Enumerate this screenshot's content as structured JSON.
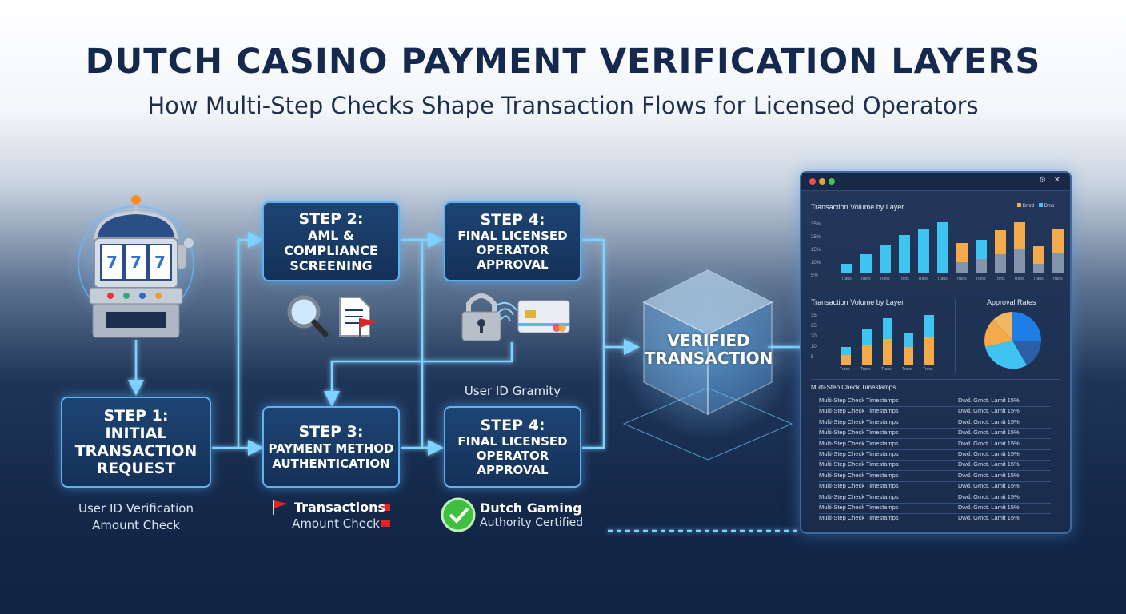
{
  "header": {
    "title": "DUTCH CASINO PAYMENT VERIFICATION LAYERS",
    "subtitle": "How Multi-Step Checks Shape Transaction Flows for Licensed Operators"
  },
  "steps": [
    {
      "id": "step1",
      "heading": "STEP 1:",
      "line1": "INITIAL",
      "line2": "TRANSACTION",
      "line3": "REQUEST"
    },
    {
      "id": "step2",
      "heading": "STEP 2:",
      "line1": "AML &",
      "line2": "COMPLIANCE",
      "line3": "SCREENING"
    },
    {
      "id": "step3",
      "heading": "STEP 3:",
      "line1": "PAYMENT METHOD",
      "line2": "AUTHENTICATION"
    },
    {
      "id": "step4a",
      "heading": "STEP 4:",
      "line1": "FINAL LICENSED",
      "line2": "OPERATOR",
      "line3": "APPROVAL"
    },
    {
      "id": "step4b",
      "heading": "STEP 4:",
      "line1": "FINAL LICENSED",
      "line2": "OPERATOR",
      "line3": "APPROVAL"
    }
  ],
  "captions": {
    "step1_line1": "User ID Verification",
    "step1_line2": "Amount Check",
    "step3_line1": "Transactions",
    "step3_line2": "Amount Check",
    "step4_top": "User ID Gramity",
    "certified_line1": "Dutch Gaming",
    "certified_line2": "Authority Certified"
  },
  "verified": {
    "line1": "VERIFIED",
    "line2": "TRANSACTION"
  },
  "dashboard": {
    "chart1_title": "Transaction Volume by Layer",
    "legend_a": "Dmrd",
    "legend_b": "Dmb",
    "chart1_ticks": [
      "35%",
      "25%",
      "15%",
      "10%",
      "5%"
    ],
    "chart1_xlabels": [
      "Trans",
      "Trans",
      "Trans",
      "Trans",
      "Trans",
      "Trans",
      "Trans",
      "Trans",
      "Trans",
      "Trans",
      "Trans",
      "Trans"
    ],
    "chart2_title": "Transaction Volume by Layer",
    "chart2_ticks": [
      "35",
      "25",
      "20",
      "10",
      "5"
    ],
    "chart2_xlabels": [
      "Trans",
      "Trans",
      "Trans",
      "Trans",
      "Trans"
    ],
    "pie_title": "Approval Rates",
    "table_title": "Multi-Step Check Timestamps",
    "table_rows": [
      {
        "label": "Multi-Step Check Timestamps",
        "value": "Dwd. Gmct. Lamit 15%"
      },
      {
        "label": "Multi-Step Check Timestamps",
        "value": "Dwd. Gmct. Lamit 15%"
      },
      {
        "label": "Multi-Step Check Timestamps",
        "value": "Dwd. Gmct. Lamit 15%"
      },
      {
        "label": "Multi-Step Check Timestamps",
        "value": "Dwd. Gmct. Lamit 15%"
      },
      {
        "label": "Multi-Step Check Timestamps",
        "value": "Dwd. Gmct. Lamit 15%"
      },
      {
        "label": "Multi-Step Check Timestamps",
        "value": "Dwd. Gmct. Lamit 15%"
      },
      {
        "label": "Multi-Step Check Timestamps",
        "value": "Dwd. Gmct. Lamit 15%"
      },
      {
        "label": "Multi-Step Check Timestamps",
        "value": "Dwd. Gmct. Lamit 15%"
      },
      {
        "label": "Multi-Step Check Timestamps",
        "value": "Dwd. Gmct. Lamit 15%"
      },
      {
        "label": "Multi-Step Check Timestamps",
        "value": "Dwd. Gmct. Lamit 15%"
      },
      {
        "label": "Multi-Step Check Timestamps",
        "value": "Dwd. Gmct. Lamit 15%"
      },
      {
        "label": "Multi-Step Check Timestamps",
        "value": "Dwd. Gmct. Lamit 15%"
      }
    ]
  },
  "colors": {
    "accent_cyan": "#3fc3f0",
    "accent_orange": "#f4a94a",
    "accent_gray": "#8494ab",
    "green_badge": "#3fbf3f",
    "panel_border": "#5fb2f0"
  },
  "icons": [
    "slot-machine-icon",
    "magnifier-icon",
    "document-flag-icon",
    "padlock-icon",
    "fingerprint-icon",
    "credit-card-icon",
    "flag-icon",
    "check-badge-icon",
    "verified-cube-icon"
  ]
}
